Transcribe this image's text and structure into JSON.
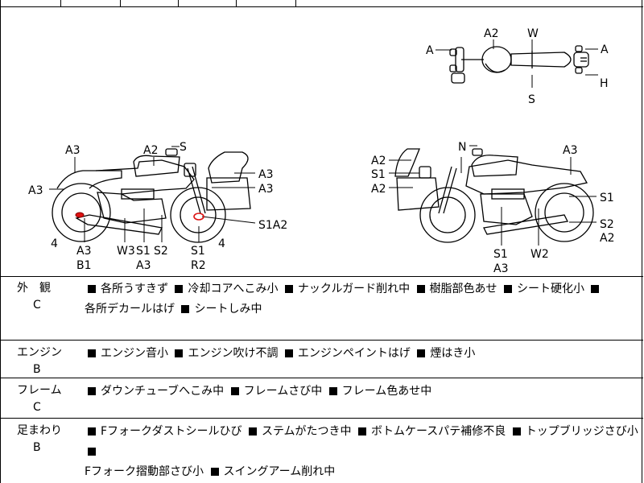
{
  "diagram": {
    "top_labels": {
      "a_left": "A",
      "a2": "A2",
      "w": "W",
      "a_right": "A",
      "h": "H",
      "s": "S"
    },
    "left_labels": {
      "a3_top": "A3",
      "a2": "A2",
      "s": "S",
      "a3_left": "A3",
      "a3_r1": "A3",
      "a3_r2": "A3",
      "s1a2": "S1A2",
      "four_l": "4",
      "four_r": "4",
      "a3_b": "A3",
      "b1": "B1",
      "w3": "W3",
      "s1_mid": "S1",
      "s2_mid": "S2",
      "a3_mid": "A3",
      "s1_r": "S1",
      "r2": "R2"
    },
    "right_labels": {
      "a2": "A2",
      "s1": "S1",
      "a2b": "A2",
      "n": "N",
      "a3_top": "A3",
      "s1_r": "S1",
      "s2": "S2",
      "a2_r": "A2",
      "s1_b": "S1",
      "a3_b": "A3",
      "w2": "W2"
    }
  },
  "sections": [
    {
      "name": "外　観",
      "grade": "C",
      "items": [
        "各所うすきず",
        "冷却コアへこみ小",
        "ナックルガード削れ中",
        "樹脂部色あせ",
        "シート硬化小",
        "各所デカールはげ",
        "シートしみ中"
      ]
    },
    {
      "name": "エンジン",
      "grade": "B",
      "items": [
        "エンジン音小",
        "エンジン吹け不調",
        "エンジンペイントはげ",
        "煙はき小"
      ]
    },
    {
      "name": "フレーム",
      "grade": "C",
      "items": [
        "ダウンチューブへこみ中",
        "フレームさび中",
        "フレーム色あせ中"
      ]
    },
    {
      "name": "足まわり",
      "grade": "B",
      "items": [
        "Fフォークダストシールひび",
        "ステムがたつき中",
        "ボトムケースパテ補修不良",
        "トップブリッジさび小",
        "Fフォーク摺動部さび小",
        "スイングアーム削れ中"
      ]
    }
  ]
}
